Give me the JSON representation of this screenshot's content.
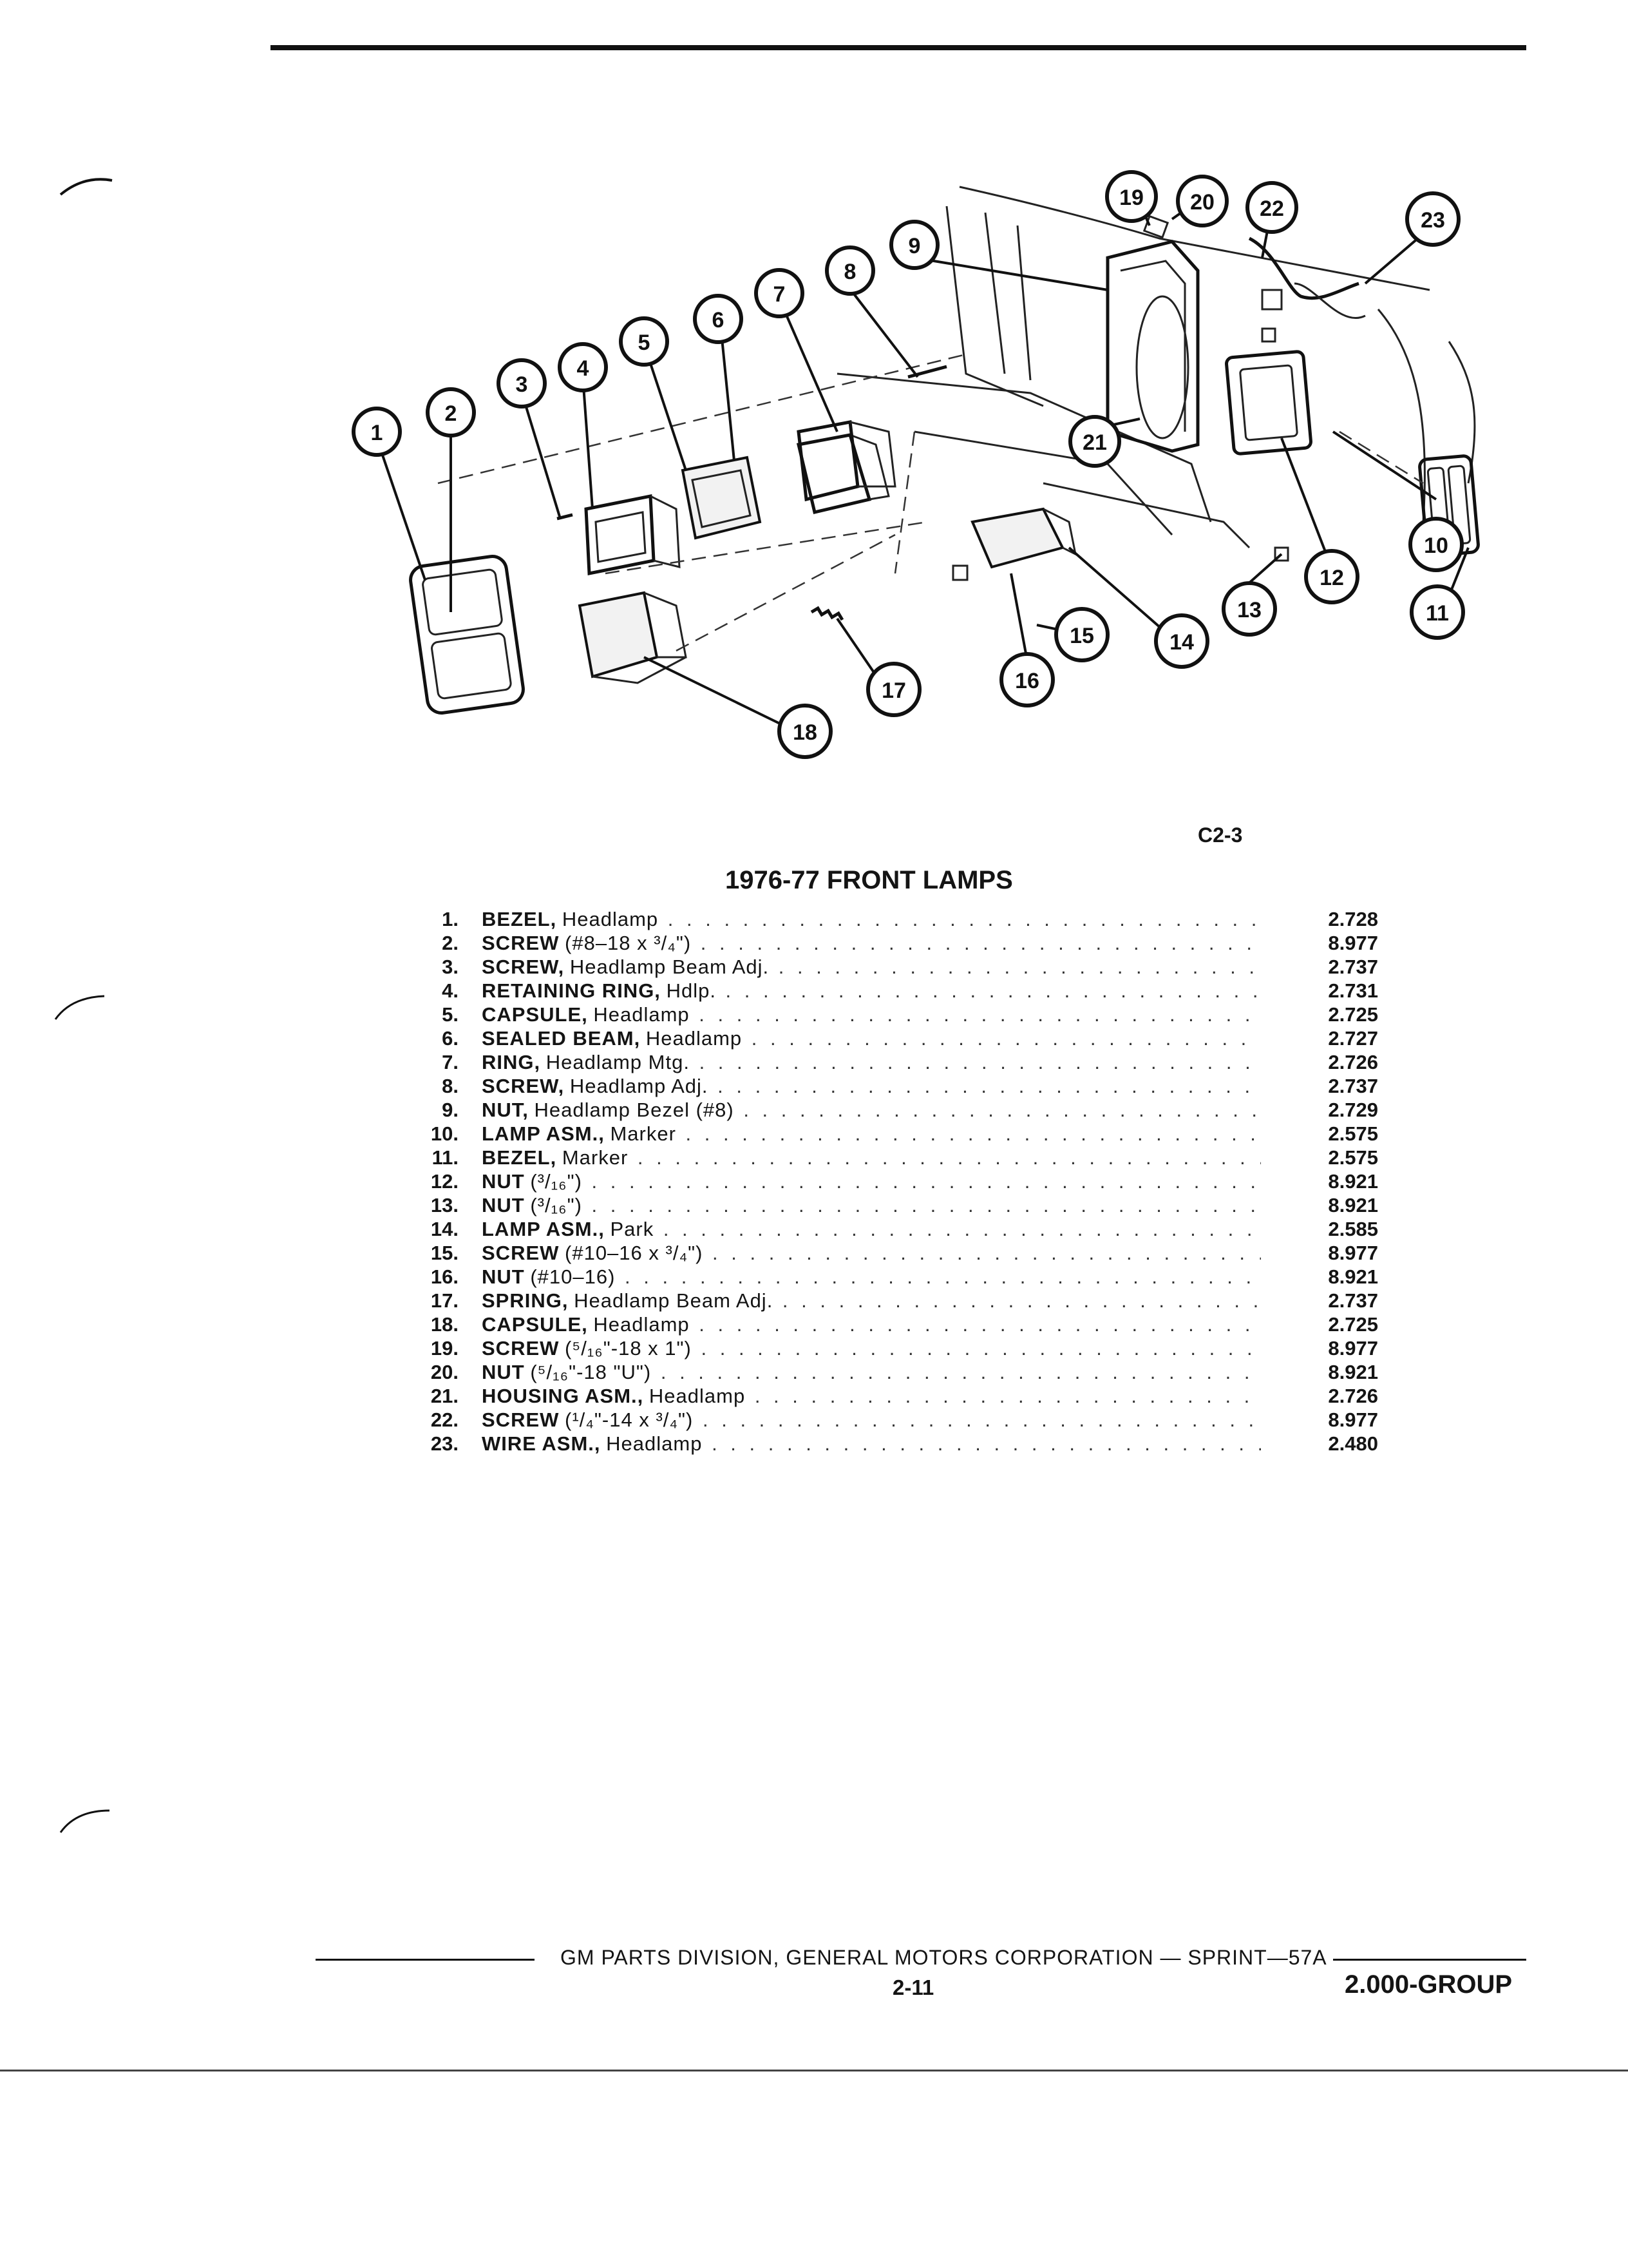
{
  "figure": {
    "id": "C2-3",
    "callouts": [
      "1",
      "2",
      "3",
      "4",
      "5",
      "6",
      "7",
      "8",
      "9",
      "10",
      "11",
      "12",
      "13",
      "14",
      "15",
      "16",
      "17",
      "18",
      "19",
      "20",
      "21",
      "22",
      "23"
    ]
  },
  "table": {
    "title": "1976-77 FRONT LAMPS",
    "parts": [
      {
        "num": "1.",
        "name": "BEZEL,",
        "desc": "Headlamp",
        "group": "2.728"
      },
      {
        "num": "2.",
        "name": "SCREW",
        "desc": "(#8–18 x ³/₄\")",
        "group": "8.977"
      },
      {
        "num": "3.",
        "name": "SCREW,",
        "desc": "Headlamp Beam Adj.",
        "group": "2.737"
      },
      {
        "num": "4.",
        "name": "RETAINING RING,",
        "desc": "Hdlp.",
        "group": "2.731"
      },
      {
        "num": "5.",
        "name": "CAPSULE,",
        "desc": "Headlamp",
        "group": "2.725"
      },
      {
        "num": "6.",
        "name": "SEALED BEAM,",
        "desc": "Headlamp",
        "group": "2.727"
      },
      {
        "num": "7.",
        "name": "RING,",
        "desc": "Headlamp Mtg.",
        "group": "2.726"
      },
      {
        "num": "8.",
        "name": "SCREW,",
        "desc": "Headlamp Adj.",
        "group": "2.737"
      },
      {
        "num": "9.",
        "name": "NUT,",
        "desc": "Headlamp Bezel (#8)",
        "group": "2.729"
      },
      {
        "num": "10.",
        "name": "LAMP ASM.,",
        "desc": "Marker",
        "group": "2.575"
      },
      {
        "num": "11.",
        "name": "BEZEL,",
        "desc": "Marker",
        "group": "2.575"
      },
      {
        "num": "12.",
        "name": "NUT",
        "desc": "(³/₁₆\")",
        "group": "8.921"
      },
      {
        "num": "13.",
        "name": "NUT",
        "desc": "(³/₁₆\")",
        "group": "8.921"
      },
      {
        "num": "14.",
        "name": "LAMP ASM.,",
        "desc": "Park",
        "group": "2.585"
      },
      {
        "num": "15.",
        "name": "SCREW",
        "desc": "(#10–16 x ³/₄\")",
        "group": "8.977"
      },
      {
        "num": "16.",
        "name": "NUT",
        "desc": "(#10–16)",
        "group": "8.921"
      },
      {
        "num": "17.",
        "name": "SPRING,",
        "desc": "Headlamp Beam Adj.",
        "group": "2.737"
      },
      {
        "num": "18.",
        "name": "CAPSULE,",
        "desc": "Headlamp",
        "group": "2.725"
      },
      {
        "num": "19.",
        "name": "SCREW",
        "desc": "(⁵/₁₆\"-18 x 1\")",
        "group": "8.977"
      },
      {
        "num": "20.",
        "name": "NUT",
        "desc": "(⁵/₁₆\"-18 \"U\")",
        "group": "8.921"
      },
      {
        "num": "21.",
        "name": "HOUSING ASM.,",
        "desc": "Headlamp",
        "group": "2.726"
      },
      {
        "num": "22.",
        "name": "SCREW",
        "desc": "(¹/₄\"-14 x ³/₄\")",
        "group": "8.977"
      },
      {
        "num": "23.",
        "name": "WIRE ASM.,",
        "desc": "Headlamp",
        "group": "2.480"
      }
    ]
  },
  "footer": {
    "publisher": "GM PARTS DIVISION, GENERAL MOTORS CORPORATION — SPRINT—57A",
    "page": "2-11",
    "group": "2.000-GROUP"
  }
}
